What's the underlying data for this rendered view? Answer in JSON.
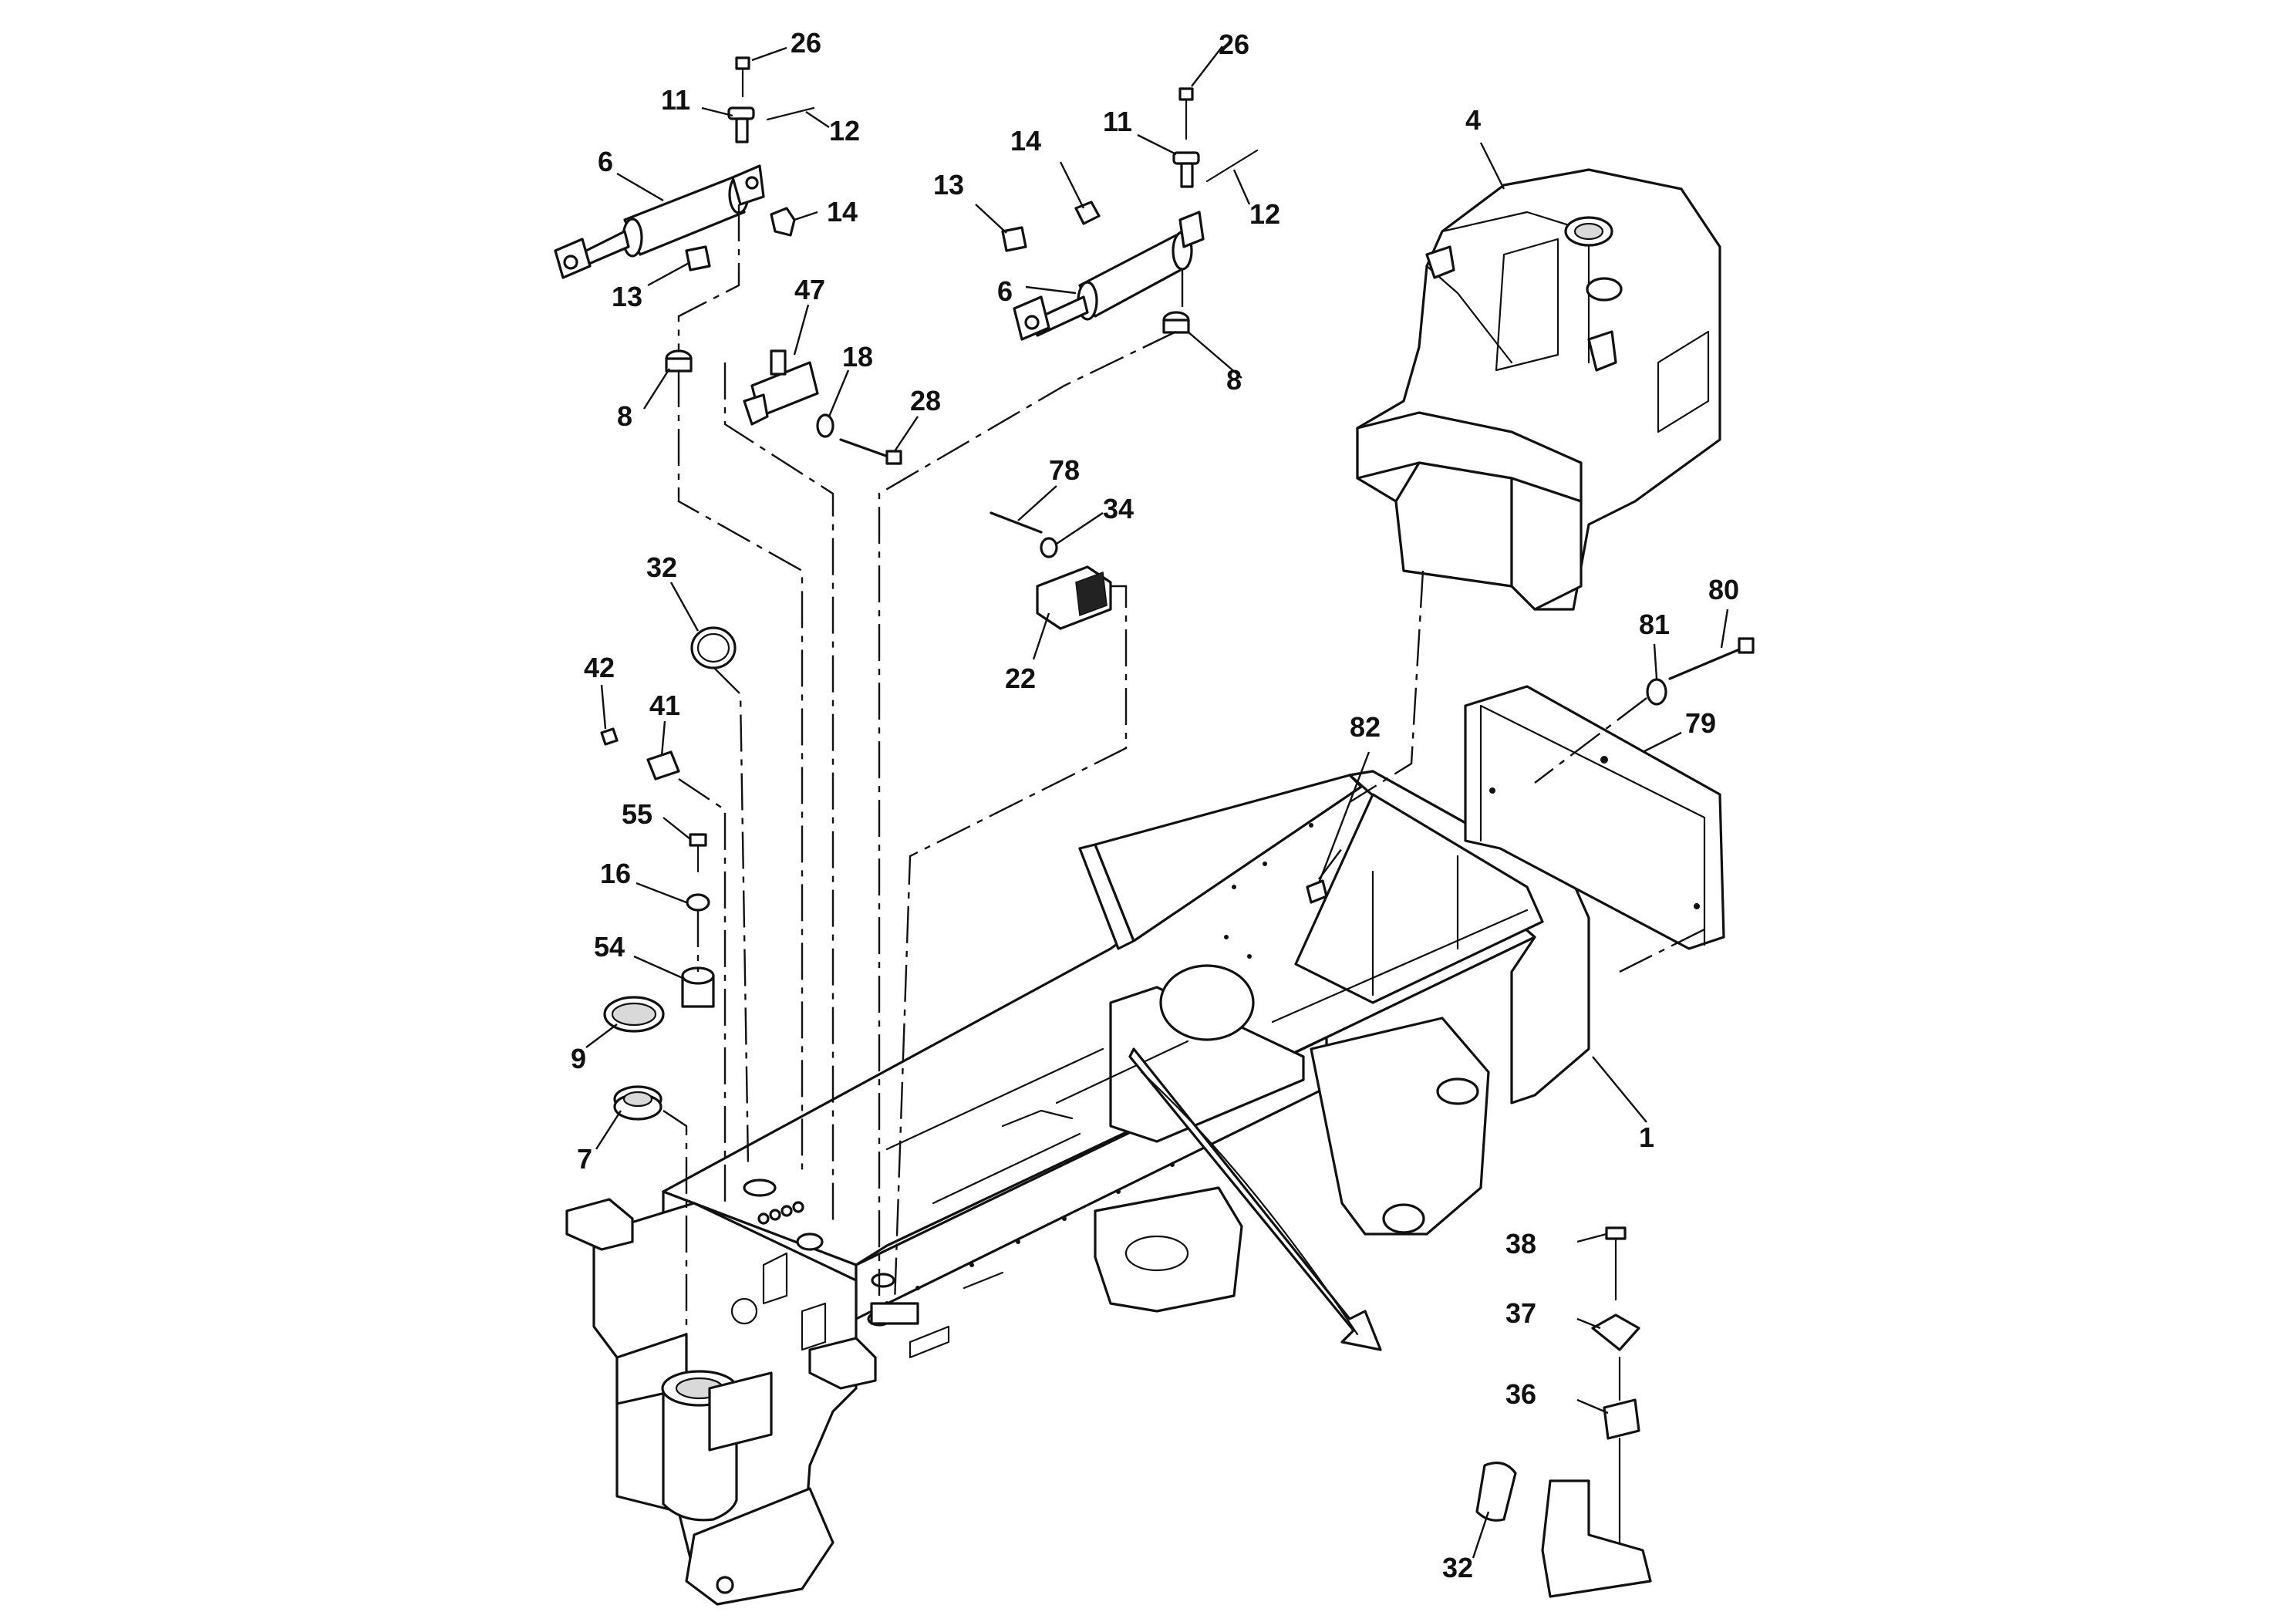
{
  "callouts": [
    {
      "id": "c26a",
      "text": "26"
    },
    {
      "id": "c11a",
      "text": "11"
    },
    {
      "id": "c12a",
      "text": "12"
    },
    {
      "id": "c6a",
      "text": "6"
    },
    {
      "id": "c14a",
      "text": "14"
    },
    {
      "id": "c13a",
      "text": "13"
    },
    {
      "id": "c8a",
      "text": "8"
    },
    {
      "id": "c47",
      "text": "47"
    },
    {
      "id": "c18",
      "text": "18"
    },
    {
      "id": "c28",
      "text": "28"
    },
    {
      "id": "c26b",
      "text": "26"
    },
    {
      "id": "c11b",
      "text": "11"
    },
    {
      "id": "c12b",
      "text": "12"
    },
    {
      "id": "c14b",
      "text": "14"
    },
    {
      "id": "c13b",
      "text": "13"
    },
    {
      "id": "c6b",
      "text": "6"
    },
    {
      "id": "c8b",
      "text": "8"
    },
    {
      "id": "c4",
      "text": "4"
    },
    {
      "id": "c78",
      "text": "78"
    },
    {
      "id": "c34",
      "text": "34"
    },
    {
      "id": "c22",
      "text": "22"
    },
    {
      "id": "c32a",
      "text": "32"
    },
    {
      "id": "c42",
      "text": "42"
    },
    {
      "id": "c41",
      "text": "41"
    },
    {
      "id": "c55",
      "text": "55"
    },
    {
      "id": "c16",
      "text": "16"
    },
    {
      "id": "c54",
      "text": "54"
    },
    {
      "id": "c9",
      "text": "9"
    },
    {
      "id": "c7",
      "text": "7"
    },
    {
      "id": "c81",
      "text": "81"
    },
    {
      "id": "c80",
      "text": "80"
    },
    {
      "id": "c79",
      "text": "79"
    },
    {
      "id": "c82",
      "text": "82"
    },
    {
      "id": "c1",
      "text": "1"
    },
    {
      "id": "c38",
      "text": "38"
    },
    {
      "id": "c37",
      "text": "37"
    },
    {
      "id": "c36",
      "text": "36"
    },
    {
      "id": "c32b",
      "text": "32"
    }
  ]
}
